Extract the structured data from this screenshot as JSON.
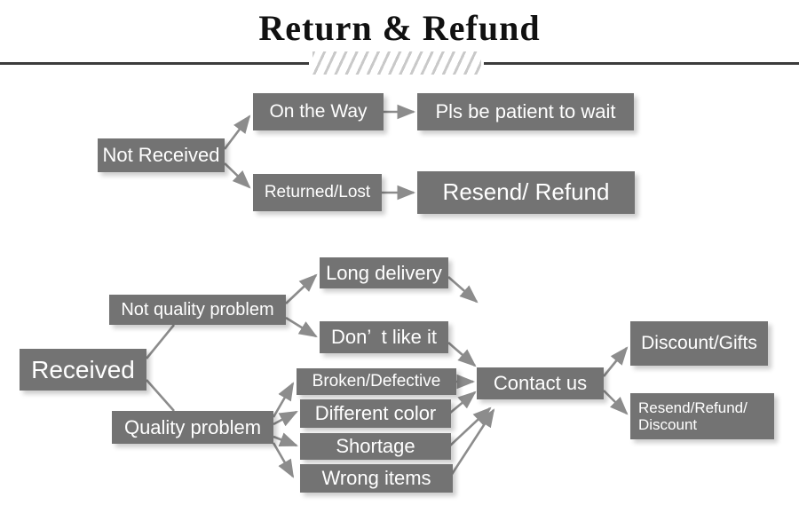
{
  "header": {
    "title": "Return & Refund",
    "divider_icon": "diagonal-hatch-divider"
  },
  "colors": {
    "node_fill": "#737373",
    "node_text": "#ffffff",
    "arrow": "#8c8c8c",
    "rule": "#3b3b3b",
    "hatch": "#c9c9c9",
    "background": "#ffffff"
  },
  "flow": {
    "not_received": {
      "root": "Not Received",
      "branches": [
        {
          "label": "On the Way",
          "outcome": "Pls be patient to wait"
        },
        {
          "label": "Returned/Lost",
          "outcome": "Resend/ Refund"
        }
      ]
    },
    "received": {
      "root": "Received",
      "categories": [
        {
          "label": "Not quality problem",
          "reasons": [
            "Long delivery",
            "Don’  t like it"
          ]
        },
        {
          "label": "Quality problem",
          "reasons": [
            "Broken/Defective",
            "Different color",
            "Shortage",
            "Wrong items"
          ]
        }
      ],
      "hub": "Contact us",
      "outcomes": [
        "Discount/Gifts",
        "Resend/Refund/\nDiscount"
      ]
    }
  }
}
